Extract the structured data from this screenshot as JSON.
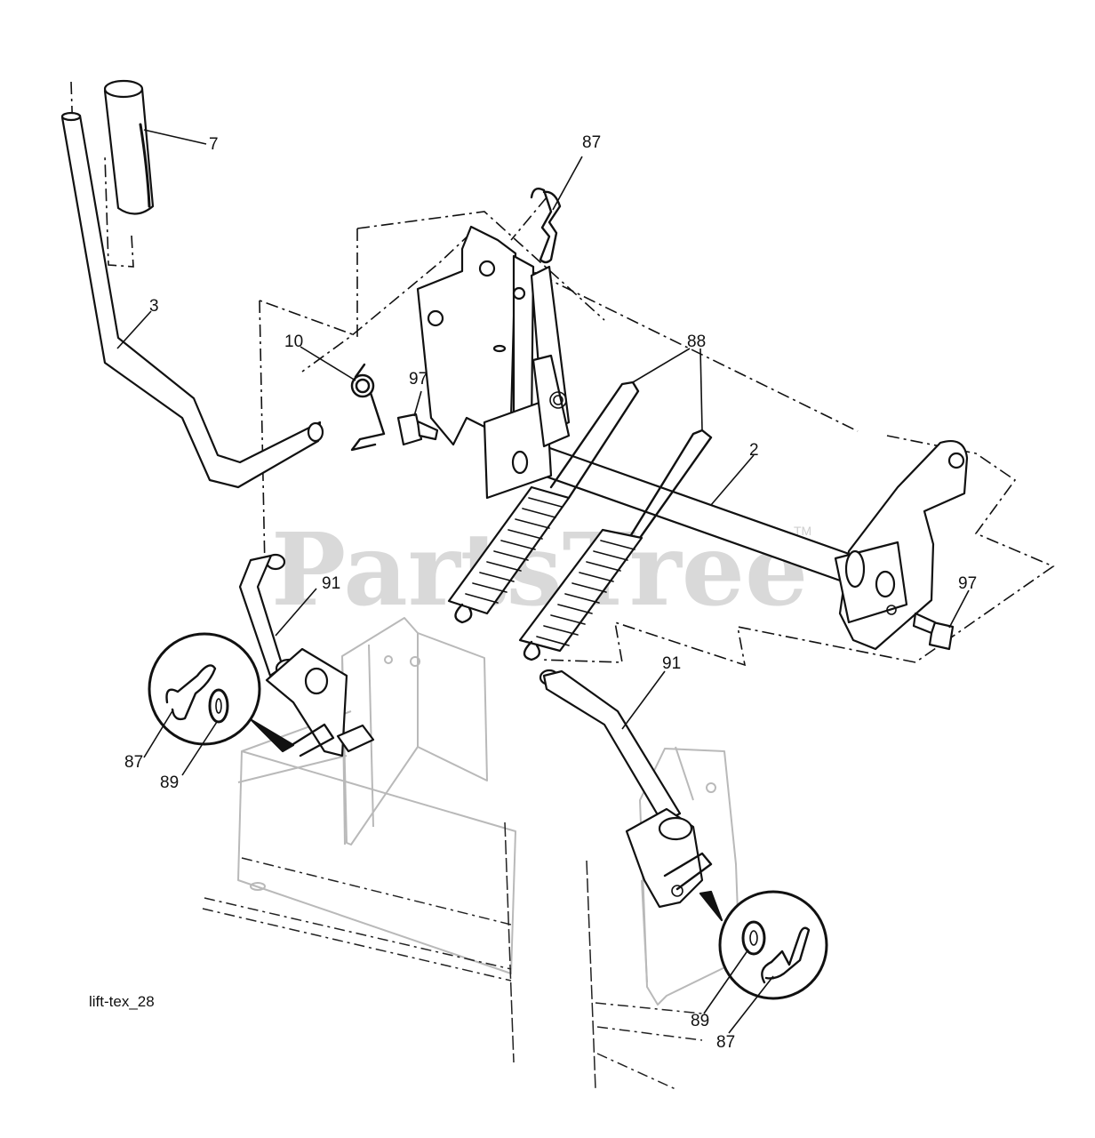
{
  "diagram": {
    "reference": "lift-tex_28",
    "watermark": "PartsTree",
    "trademark": "TM",
    "callouts": [
      {
        "id": "c-7",
        "label": "7",
        "part": "Grip"
      },
      {
        "id": "c-87-top",
        "label": "87",
        "part": "Hair pin clip"
      },
      {
        "id": "c-3",
        "label": "3",
        "part": "Lift handle"
      },
      {
        "id": "c-10",
        "label": "10",
        "part": "Torsion spring"
      },
      {
        "id": "c-97-left",
        "label": "97",
        "part": "Bolt"
      },
      {
        "id": "c-88",
        "label": "88",
        "part": "Extension springs"
      },
      {
        "id": "c-2",
        "label": "2",
        "part": "Lift shaft"
      },
      {
        "id": "c-97-right",
        "label": "97",
        "part": "Bolt"
      },
      {
        "id": "c-91-left",
        "label": "91",
        "part": "Lift link"
      },
      {
        "id": "c-91-right",
        "label": "91",
        "part": "Lift link"
      },
      {
        "id": "c-87-left",
        "label": "87",
        "part": "Hair pin clip"
      },
      {
        "id": "c-89-left",
        "label": "89",
        "part": "Washer"
      },
      {
        "id": "c-89-right",
        "label": "89",
        "part": "Washer"
      },
      {
        "id": "c-87-right",
        "label": "87",
        "part": "Hair pin clip"
      }
    ]
  }
}
